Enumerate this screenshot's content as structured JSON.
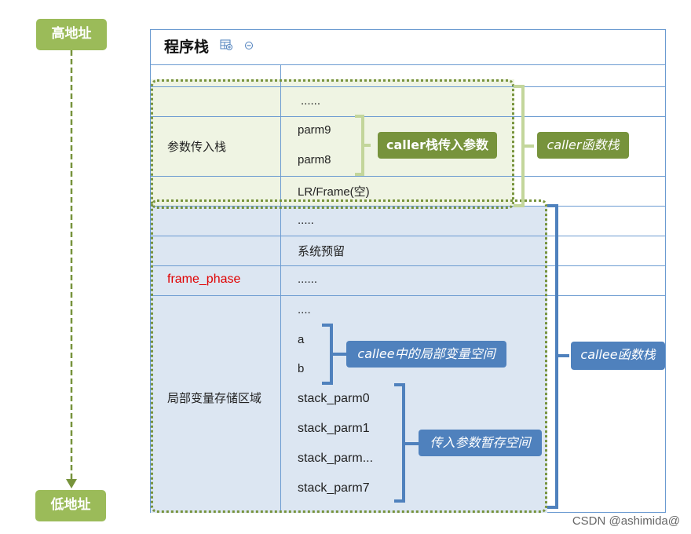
{
  "left_arrow": {
    "top_label": "高地址",
    "bottom_label": "低地址"
  },
  "header": {
    "title": "程序栈"
  },
  "rows": [
    {
      "left": "",
      "right": ""
    },
    {
      "left": "",
      "right": "......"
    },
    {
      "left": "参数传入栈",
      "right_items": [
        "parm9",
        "parm8"
      ]
    },
    {
      "left": "",
      "right": "LR/Frame(空)"
    },
    {
      "left": "",
      "right": "....."
    },
    {
      "left": "",
      "right": "系统预留"
    },
    {
      "left": "frame_phase",
      "right": "......"
    },
    {
      "left": "局部变量存储区域",
      "right_items": [
        "....",
        "a",
        "b",
        "stack_parm0",
        "stack_parm1",
        "stack_parm...",
        "stack_parm7"
      ]
    }
  ],
  "tags": {
    "caller_params": "caller栈传入参数",
    "caller_stack": "caller函数栈",
    "callee_locals": "callee中的局部变量空间",
    "callee_stack": "callee函数栈",
    "params_temp": "传入参数暂存空间"
  },
  "colors": {
    "green_dark": "#77933c",
    "green_light": "#9bbb59",
    "blue": "#4f81bd",
    "line": "#6b9bd1"
  },
  "watermark": "CSDN @ashimida@"
}
